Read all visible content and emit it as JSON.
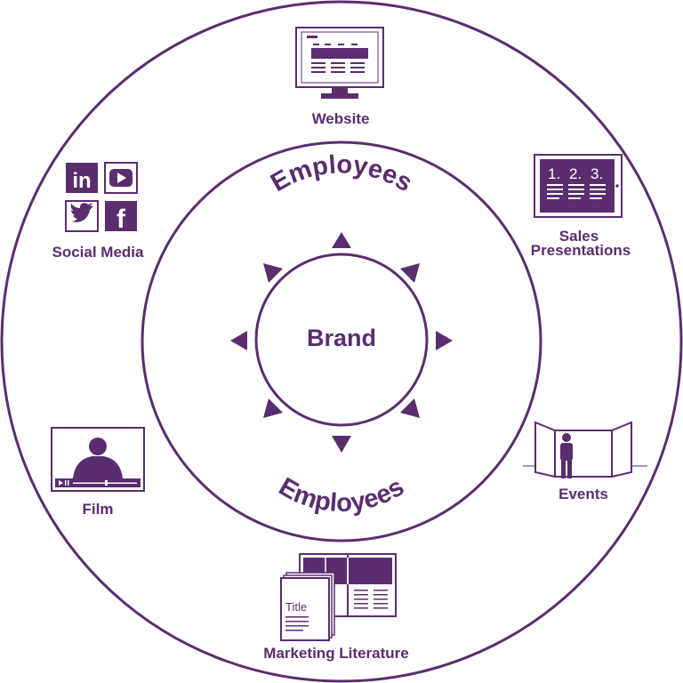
{
  "colors": {
    "primary": "#5a2d6e",
    "background": "#ffffff"
  },
  "center": {
    "label": "Brand"
  },
  "ring": {
    "top_label": "Employees",
    "bottom_label": "Employees"
  },
  "channels": {
    "website": {
      "label": "Website",
      "icon": "monitor-icon"
    },
    "social_media": {
      "label": "Social Media",
      "icon": "social-icons",
      "icon_text": [
        "in",
        "f"
      ]
    },
    "sales_presentations": {
      "label_line1": "Sales",
      "label_line2": "Presentations",
      "icon": "presentation-board-icon",
      "board_numbers": [
        "1.",
        "2.",
        "3."
      ]
    },
    "film": {
      "label": "Film",
      "icon": "video-player-icon"
    },
    "events": {
      "label": "Events",
      "icon": "booth-person-icon"
    },
    "marketing_literature": {
      "label": "Marketing Literature",
      "icon": "brochure-icon",
      "icon_text": "Title"
    }
  }
}
